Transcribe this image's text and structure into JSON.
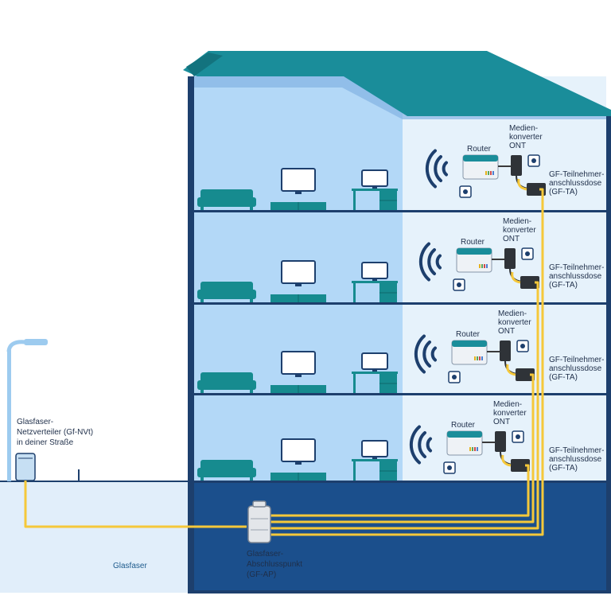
{
  "colors": {
    "roof": "#1a8d9a",
    "roof_light": "#83b3e3",
    "frame": "#1d3f6d",
    "basement": "#1b4f8c",
    "room_left": "#b3d8f7",
    "room_right": "#e6f2fb",
    "fiber": "#f5c83a",
    "furniture": "#168b8f",
    "ground": "#e1eefa",
    "lamp": "#9dcbef"
  },
  "icons": [
    "street-lamp-icon",
    "distribution-cabinet-icon",
    "wifi-waves-icon",
    "router-icon",
    "ont-icon",
    "power-socket-icon",
    "fiber-outlet-icon",
    "sofa-icon",
    "tv-icon",
    "desk-monitor-icon",
    "access-point-box-icon"
  ],
  "labels": {
    "router": "Router",
    "media_converter": [
      "Medien-",
      "konverter",
      "ONT"
    ],
    "outlet": [
      "GF-Teilnehmer-",
      "anschlussdose",
      "(GF-TA)"
    ],
    "distributor": [
      "Glasfaser-",
      "Netzverteiler (Gf-NVt)",
      "in deiner Straße"
    ],
    "ground": "Glasfaser",
    "access_point": [
      "Glasfaser-",
      "Abschlusspunkt",
      "(GF-AP)"
    ]
  }
}
